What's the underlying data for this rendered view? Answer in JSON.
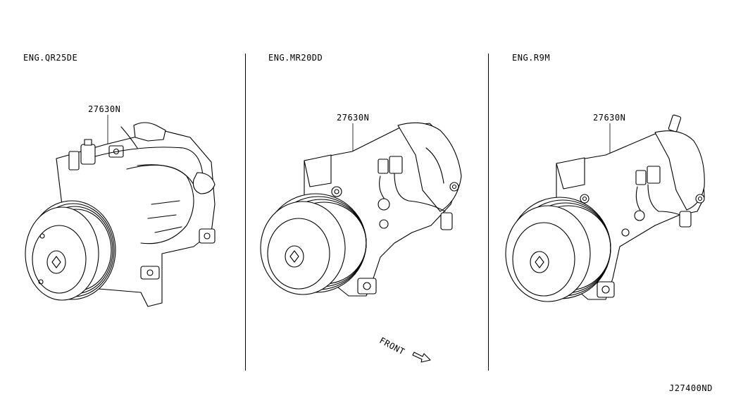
{
  "panels": [
    {
      "engine_label": "ENG.QR25DE",
      "part_number": "27630N"
    },
    {
      "engine_label": "ENG.MR20DD",
      "part_number": "27630N"
    },
    {
      "engine_label": "ENG.R9M",
      "part_number": "27630N"
    }
  ],
  "front_label": "FRONT",
  "diagram_code": "J27400ND"
}
